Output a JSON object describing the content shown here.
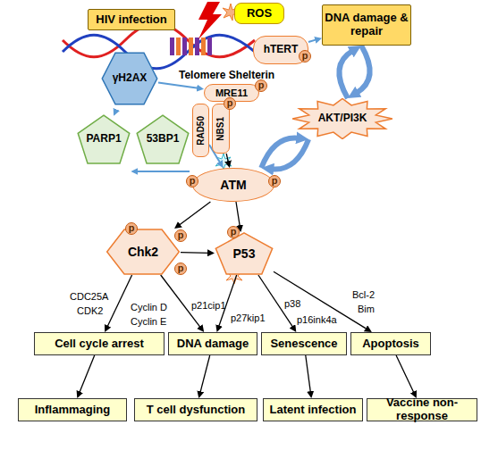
{
  "diagram": {
    "nodes": [
      {
        "text": [
          "HIV infection"
        ]
      },
      {
        "text": [
          "ROS"
        ]
      },
      {
        "text": [
          "hTERT"
        ]
      },
      {
        "text": [
          "DNA damage & repair"
        ]
      },
      {
        "text": [
          "γH2AX"
        ]
      },
      {
        "text": [
          "MRE11"
        ]
      },
      {
        "text": [
          "PARP1"
        ]
      },
      {
        "text": [
          "53BP1"
        ]
      },
      {
        "text": [
          "RAD50"
        ]
      },
      {
        "text": [
          "NBS1"
        ]
      },
      {
        "text": [
          "AKT/PI3K"
        ]
      },
      {
        "text": [
          "ATM"
        ]
      },
      {
        "text": [
          "Chk2"
        ]
      },
      {
        "text": [
          "P53"
        ]
      },
      {
        "text": [
          "Cell cycle arrest"
        ]
      },
      {
        "text": [
          "DNA damage"
        ]
      },
      {
        "text": [
          "Senescence"
        ]
      },
      {
        "text": [
          "Apoptosis"
        ]
      },
      {
        "text": [
          "Inflammaging"
        ]
      },
      {
        "text": [
          "T cell dysfunction"
        ]
      },
      {
        "text": [
          "Latent infection"
        ]
      },
      {
        "text": [
          "Vaccine non-response"
        ]
      }
    ],
    "edges": [
      {
        "from": 4,
        "to": 5,
        "arrow": "to"
      },
      {
        "from": 6,
        "to": 4,
        "arrow": "to"
      },
      {
        "from": 9,
        "to": 11,
        "arrow": "to"
      },
      {
        "from": 8,
        "to": 11,
        "arrow": "to"
      },
      {
        "from": 3,
        "to": 10,
        "arrow": "to"
      },
      {
        "from": 10,
        "to": 3,
        "arrow": "to"
      },
      {
        "from": 10,
        "to": 11,
        "arrow": "to"
      },
      {
        "from": 11,
        "to": 10,
        "arrow": "to"
      },
      {
        "from": 2,
        "to": 3,
        "arrow": "to"
      },
      {
        "from": 11,
        "to": 12,
        "arrow": "to"
      },
      {
        "from": 11,
        "to": 13,
        "arrow": "to"
      },
      {
        "from": 12,
        "to": 13,
        "arrow": "to"
      },
      {
        "from": 12,
        "to": 14,
        "arrow": "to"
      },
      {
        "from": 12,
        "to": 15,
        "arrow": "to"
      },
      {
        "from": 13,
        "to": 15,
        "arrow": "to"
      },
      {
        "from": 13,
        "to": 16,
        "arrow": "to"
      },
      {
        "from": 13,
        "to": 17,
        "arrow": "to"
      },
      {
        "from": 14,
        "to": 18,
        "arrow": "to"
      },
      {
        "from": 15,
        "to": 19,
        "arrow": "to"
      },
      {
        "from": 16,
        "to": 20,
        "arrow": "to"
      },
      {
        "from": 17,
        "to": 21,
        "arrow": "to"
      }
    ],
    "labels": [
      "p",
      "Telomere Shelterin",
      "p",
      "p",
      "p",
      "p",
      "p",
      "p",
      "p",
      "p",
      "CDC25A",
      "CDK2",
      "Cyclin D",
      "Cyclin E",
      "p21cip1",
      "p27kip1",
      "p38",
      "p16ink4a",
      "Bcl-2",
      "Bim"
    ]
  }
}
